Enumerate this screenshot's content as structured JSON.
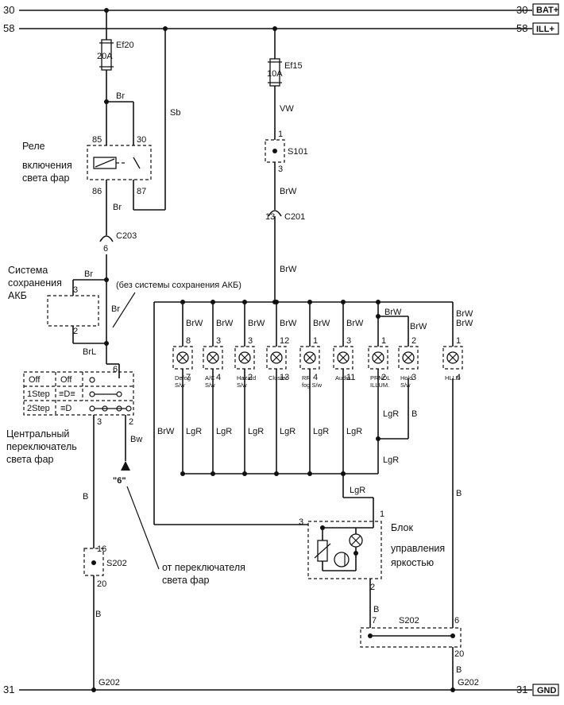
{
  "rails": {
    "bat_left": "30",
    "bat_right": "30",
    "bat_tag": "BAT+",
    "ill_left": "58",
    "ill_right": "58",
    "ill_tag": "ILL+",
    "gnd_left": "31",
    "gnd_right": "31",
    "gnd_tag": "GND"
  },
  "fuses": {
    "ef20_name": "Ef20",
    "ef20_rating": "20A",
    "ef15_name": "Ef15",
    "ef15_rating": "10A"
  },
  "relay": {
    "label_lines": [
      "Реле",
      "включения",
      "света фар"
    ],
    "pin_85": "85",
    "pin_30": "30",
    "pin_86": "86",
    "pin_87": "87"
  },
  "wires": {
    "br_top": "Br",
    "sb": "Sb",
    "br_86": "Br",
    "vw": "VW",
    "brw_s101": "BrW",
    "brw_c201": "BrW",
    "br_sys": "Br",
    "br_mid": "Br",
    "brl": "BrL",
    "bw": "Bw",
    "b_left": "B",
    "b_left_low": "B",
    "brw_left": "BrW",
    "brw_right": "BrW",
    "lgr_bus": "LgR",
    "lgr_mid": "LgR",
    "lgr_vert": "LgR",
    "b_hold": "B",
    "b_right": "B",
    "b_block": "B",
    "b_ground": "B"
  },
  "connectors": {
    "c203": "C203",
    "c203_pin": "6",
    "c201": "C201",
    "c201_pin": "13",
    "s101": "S101",
    "s101_pin_top": "1",
    "s101_pin_bottom": "3",
    "s202_left": "S202",
    "s202_left_top": "16",
    "s202_left_bottom": "20",
    "s202_right": "S202",
    "s202_right_pin_left": "7",
    "s202_right_pin_right": "6",
    "s202_right_bottom": "20",
    "g202_left": "G202",
    "g202_right": "G202"
  },
  "battery_saver": {
    "label_lines": [
      "Система",
      "сохранения",
      "АКБ"
    ],
    "pin_3": "3",
    "pin_2": "2",
    "note": "(без системы сохранения АКБ)"
  },
  "switch": {
    "label_lines": [
      "Центральный",
      "переключатель",
      "света фар"
    ],
    "rows": [
      "Off",
      "Off",
      "1Step",
      "2Step"
    ],
    "pin_6": "6",
    "pin_3": "3",
    "pin_2": "2",
    "quote6": "\"6\"",
    "from_lines": [
      "от переключателя",
      "света фар"
    ]
  },
  "lamps": [
    {
      "top_wire": "BrW",
      "top_pin": "8",
      "bottom_pin": "7",
      "name": "Defog S/w"
    },
    {
      "top_wire": "BrW",
      "top_pin": "3",
      "bottom_pin": "4",
      "name": "A/C S/w"
    },
    {
      "top_wire": "BrW",
      "top_pin": "3",
      "bottom_pin": "2",
      "name": "Hazard S/w"
    },
    {
      "top_wire": "BrW",
      "top_pin": "12",
      "bottom_pin": "13",
      "name": "Cluster"
    },
    {
      "top_wire": "BrW",
      "top_pin": "1",
      "bottom_pin": "4",
      "name": "RR fog S/w"
    },
    {
      "top_wire": "BrW",
      "top_pin": "3",
      "bottom_pin": "11",
      "name": "Audio"
    },
    {
      "top_wire": "BrW",
      "top_pin": "1",
      "bottom_pin": "2",
      "name": "PRNDL ILLUM."
    },
    {
      "top_wire": "BrW",
      "top_pin": "2",
      "bottom_pin": "3",
      "name": "Hold S/w"
    },
    {
      "top_wire": "BrW",
      "top_pin": "1",
      "bottom_pin": "4",
      "name": "HLLD"
    }
  ],
  "dimmer": {
    "label_lines": [
      "Блок",
      "управления",
      "яркостью"
    ],
    "pin_1": "1",
    "pin_2": "2",
    "pin_3": "3"
  }
}
